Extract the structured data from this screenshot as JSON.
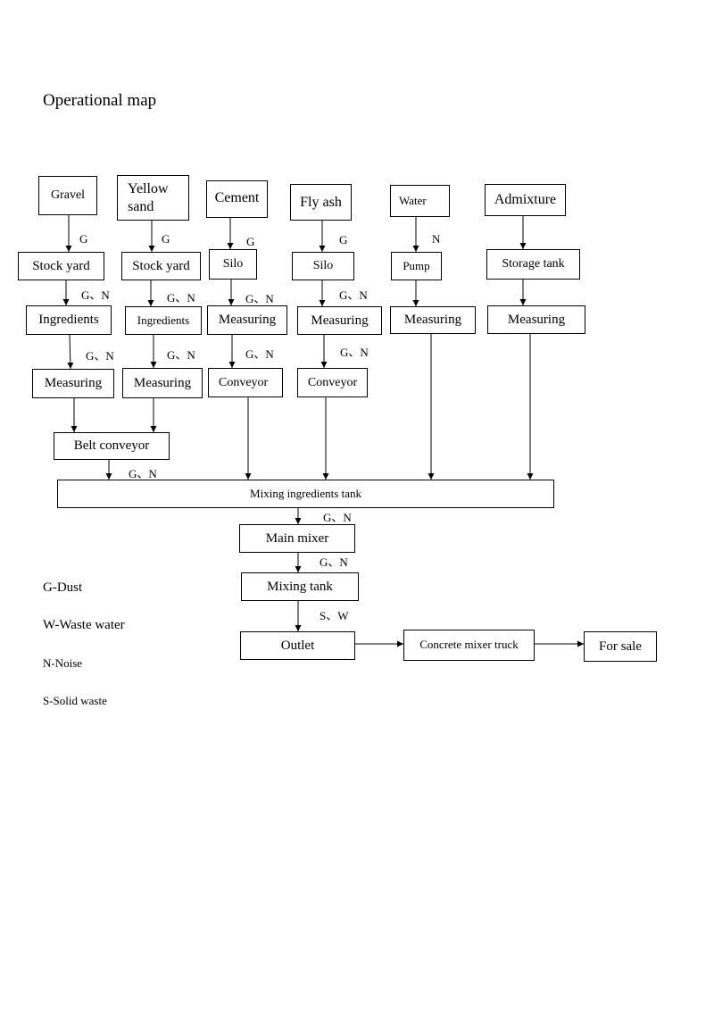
{
  "title": "Operational map",
  "columns": {
    "gravel": {
      "source": "Gravel",
      "source_label": "G",
      "stage1": "Stock yard",
      "stage1_label": "G、N",
      "stage2": "Ingredients",
      "stage2_label": "G、N",
      "stage3": "Measuring"
    },
    "sand": {
      "source": "Yellow sand",
      "source_label": "G",
      "stage1": "Stock yard",
      "stage1_label": "G、N",
      "stage2": "Ingredients",
      "stage2_label": "G、N",
      "stage3": "Measuring"
    },
    "cement": {
      "source": "Cement",
      "source_label": "G",
      "stage1": "Silo",
      "stage1_label": "G、N",
      "stage2": "Measuring",
      "stage2_label": "G、N",
      "stage3": "Conveyor"
    },
    "flyash": {
      "source": "Fly ash",
      "source_label": "G",
      "stage1": "Silo",
      "stage1_label": "G、N",
      "stage2": "Measuring",
      "stage2_label": "G、N",
      "stage3": "Conveyor"
    },
    "water": {
      "source": "Water",
      "source_label": "N",
      "stage1": "Pump",
      "stage2": "Measuring"
    },
    "admixture": {
      "source": "Admixture",
      "stage1": "Storage tank",
      "stage2": "Measuring"
    }
  },
  "belt_conveyor": "Belt conveyor",
  "belt_label": "G、N",
  "mixing_ingredients_tank": "Mixing ingredients tank",
  "mit_label": "G、N",
  "main_mixer": "Main mixer",
  "main_mixer_label": "G、N",
  "mixing_tank": "Mixing tank",
  "mixing_tank_label": "S、W",
  "outlet": "Outlet",
  "truck": "Concrete mixer truck",
  "for_sale": "For sale",
  "legend": [
    "G-Dust",
    "W-Waste water",
    "N-Noise",
    "S-Solid waste"
  ]
}
